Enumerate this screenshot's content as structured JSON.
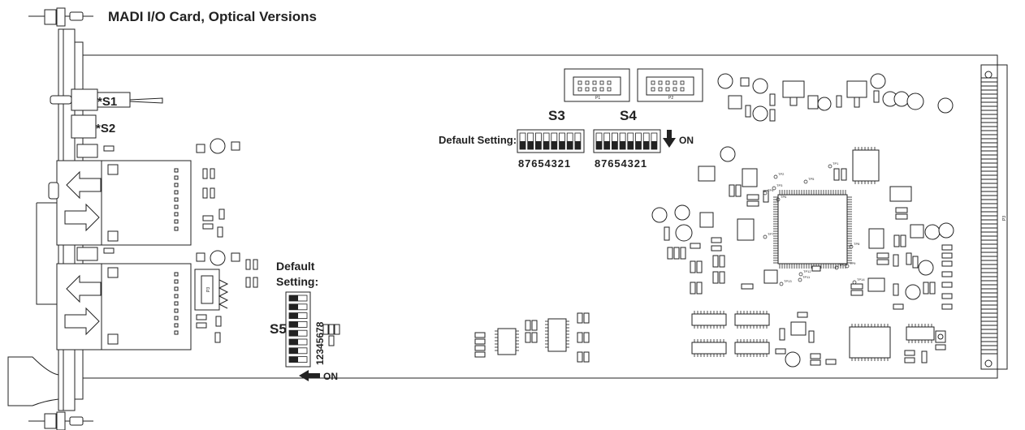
{
  "title": "MADI I/O Card, Optical Versions",
  "switches": {
    "s1": "*S1",
    "s2": "*S2",
    "s3": "S3",
    "s4": "S4",
    "s5": "S5"
  },
  "dip_numbers_desc": "87654321",
  "dip_numbers_asc": "12345678",
  "default_setting_label": "Default Setting:",
  "default_label_line1": "Default",
  "default_label_line2": "Setting:",
  "on_label": "ON",
  "connector_labels": {
    "p1": "P1",
    "p2": "P2",
    "p3": "P3"
  },
  "test_points": [
    "TP1",
    "TP2",
    "TP3",
    "TP4",
    "TP5",
    "TP6",
    "TP7",
    "TP8",
    "TP9",
    "TP10",
    "TP11",
    "TP12",
    "TP13",
    "TP14"
  ]
}
